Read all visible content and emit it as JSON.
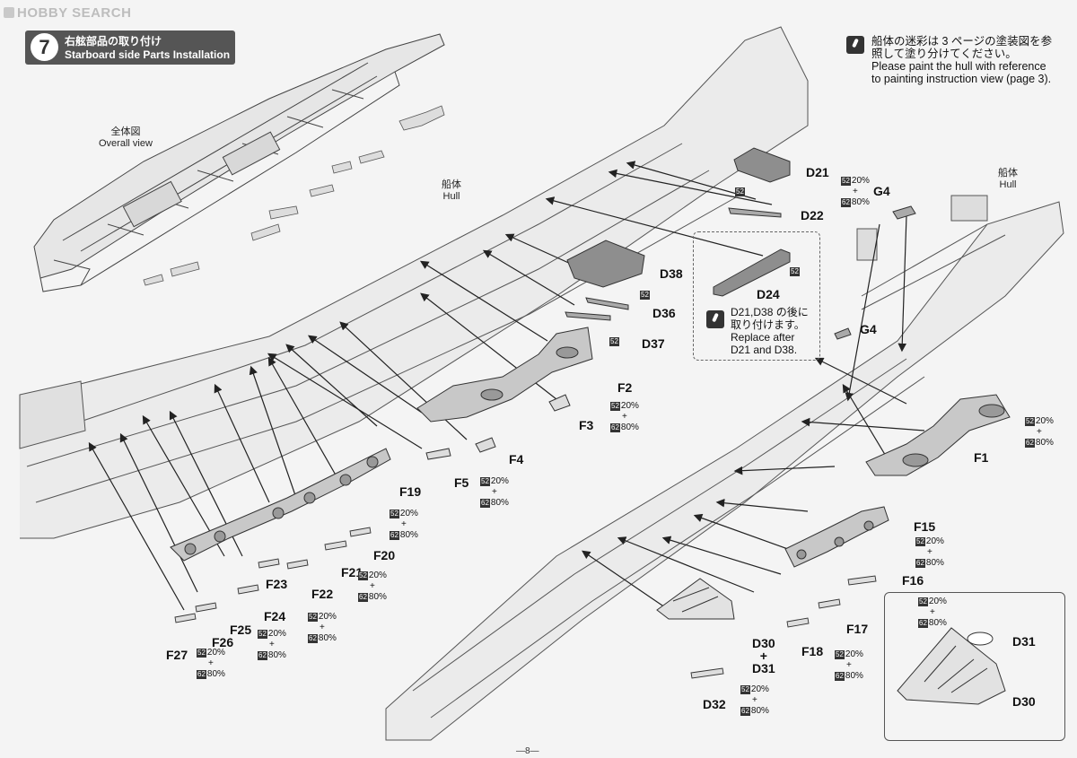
{
  "watermark": "HOBBY SEARCH",
  "step": {
    "number": "7",
    "title_jp": "右舷部品の取り付け",
    "title_en": "Starboard side Parts Installation"
  },
  "labels": {
    "overall_jp": "全体図",
    "overall_en": "Overall view",
    "hull_jp": "船体",
    "hull_en": "Hull",
    "hull2_jp": "船体",
    "hull2_en": "Hull"
  },
  "notes": {
    "paint_jp_1": "船体の迷彩は 3 ページの塗装図を参",
    "paint_jp_2": "照して塗り分けてください。",
    "paint_en_1": "Please paint the hull with reference",
    "paint_en_2": "to painting instruction view (page 3).",
    "attach_jp_1": "D21,D38 の後に",
    "attach_jp_2": "取り付けます。",
    "attach_en_1": "Replace after",
    "attach_en_2": "D21 and D38."
  },
  "paint_codes": {
    "code_a": "52",
    "code_b": "62",
    "pct_a": "20%",
    "pct_b": "80%",
    "plus": "+"
  },
  "parts": {
    "D21": "D21",
    "D22": "D22",
    "D38": "D38",
    "D36": "D36",
    "D37": "D37",
    "D24": "D24",
    "G4a": "G4",
    "G4b": "G4",
    "F1": "F1",
    "F2": "F2",
    "F3": "F3",
    "F4": "F4",
    "F5": "F5",
    "F15": "F15",
    "F16": "F16",
    "F17": "F17",
    "F18": "F18",
    "F19": "F19",
    "F20": "F20",
    "F21": "F21",
    "F22": "F22",
    "F23": "F23",
    "F24": "F24",
    "F25": "F25",
    "F26": "F26",
    "F27": "F27",
    "D30": "D30",
    "D31": "D31",
    "D30_31_a": "D30",
    "D30_31_plus": "+",
    "D30_31_b": "D31",
    "D32": "D32",
    "D31i": "D31",
    "D30i": "D30"
  },
  "page_number": "—8—"
}
